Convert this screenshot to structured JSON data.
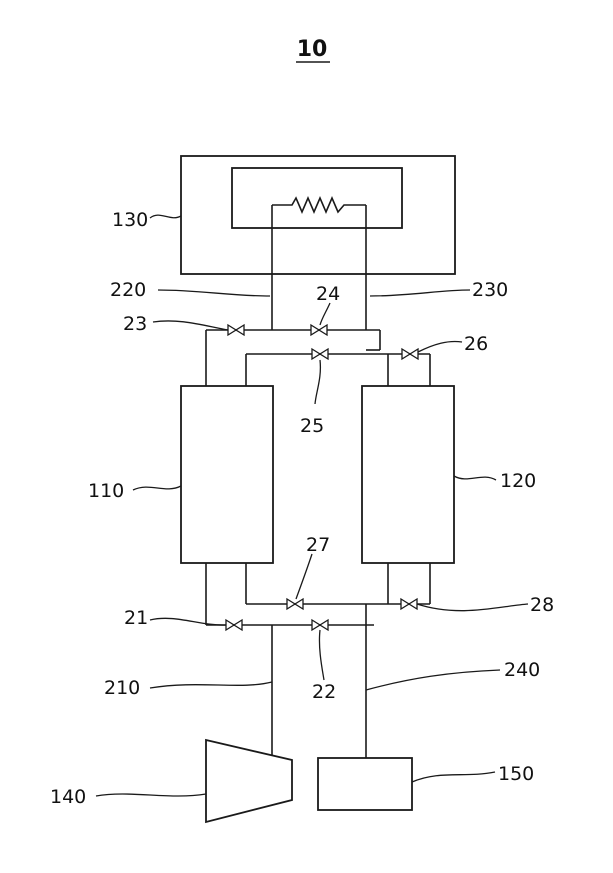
{
  "figure": {
    "title": "10",
    "components": {
      "c130": "130",
      "c110": "110",
      "c120": "120",
      "c140": "140",
      "c150": "150"
    },
    "lines": {
      "l210": "210",
      "l220": "220",
      "l230": "230",
      "l240": "240"
    },
    "valves": {
      "v21": "21",
      "v22": "22",
      "v23": "23",
      "v24": "24",
      "v25": "25",
      "v26": "26",
      "v27": "27",
      "v28": "28"
    }
  }
}
